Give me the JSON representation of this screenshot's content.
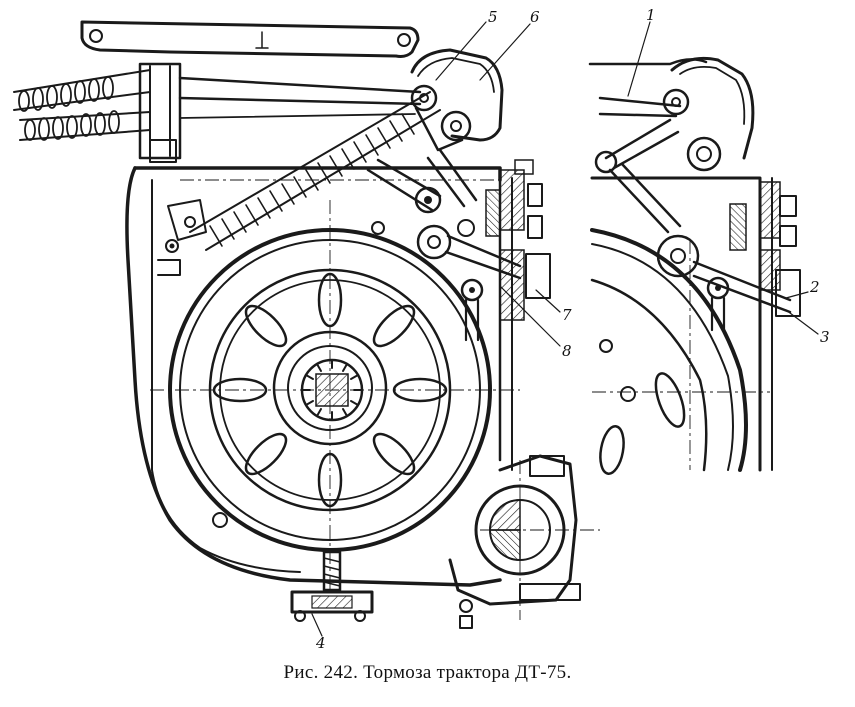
{
  "caption": "Рис. 242. Тормоза трактора ДТ-75.",
  "callouts": {
    "c1": "1",
    "c2": "2",
    "c3": "3",
    "c4": "4",
    "c5": "5",
    "c6": "6",
    "c7": "7",
    "c8": "8"
  }
}
